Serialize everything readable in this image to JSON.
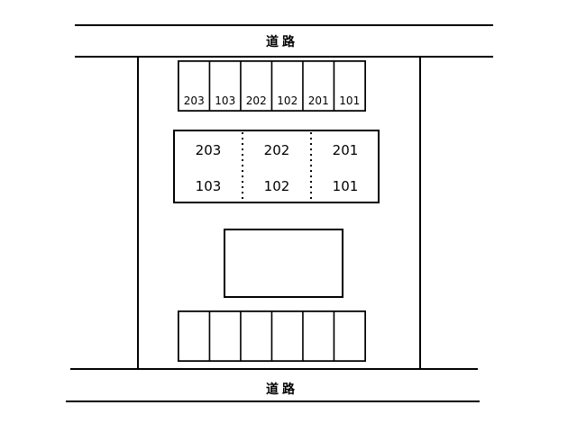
{
  "roads": {
    "top_label": "道路",
    "bottom_label": "道路"
  },
  "parking_top": {
    "slots": [
      "203",
      "103",
      "202",
      "102",
      "201",
      "101"
    ]
  },
  "parking_bottom": {
    "slots": [
      "",
      "",
      "",
      "",
      "",
      ""
    ]
  },
  "building": {
    "upper_units": [
      "203",
      "202",
      "201"
    ],
    "lower_units": [
      "103",
      "102",
      "101"
    ]
  }
}
